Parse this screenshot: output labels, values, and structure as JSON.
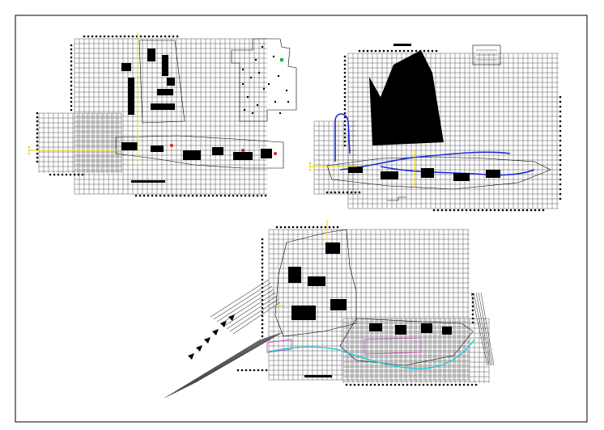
{
  "sheet": {
    "background": "#ffffff",
    "frame_color": "#000000",
    "colors": {
      "linework": "#000000",
      "grid": "#555555",
      "axis_marker": "#e8d800",
      "river": "#1a2bd8",
      "water_edge": "#20c8d8",
      "highlight": "#c040c0",
      "accent": "#e02020"
    }
  },
  "plans": [
    {
      "id": "plan-top-left",
      "kind": "site-plan-with-tower"
    },
    {
      "id": "plan-top-center",
      "kind": "floor-outline"
    },
    {
      "id": "plan-top-right",
      "kind": "site-plan-with-dark-mass"
    },
    {
      "id": "plan-bottom",
      "kind": "master-plan"
    }
  ],
  "legend_icons": [
    "grid-marker-icon",
    "scale-bar-icon",
    "north-marker-icon"
  ]
}
